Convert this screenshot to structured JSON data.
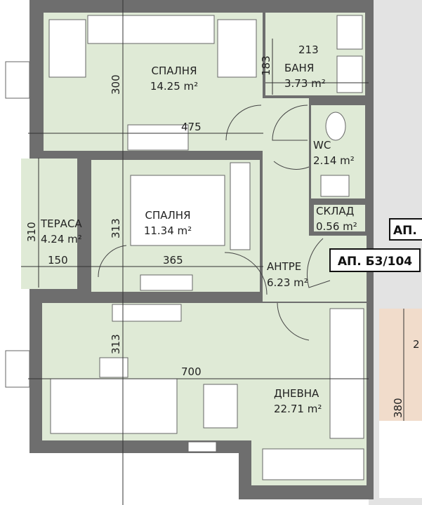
{
  "plan": {
    "apartment_label": "АП. Б3/104",
    "neighbor_label": "АП.",
    "colors": {
      "floor": "#dfead6",
      "wall": "#6e6e6e",
      "neighbor_floor": "#f1dccb",
      "outside": "#e3e3e3"
    },
    "rooms": [
      {
        "name": "СПАЛНЯ",
        "area": "14.25 m²"
      },
      {
        "name": "БАНЯ",
        "area": "3.73 m²"
      },
      {
        "name": "WC",
        "area": "2.14 m²"
      },
      {
        "name": "СКЛАД",
        "area": "0.56 m²"
      },
      {
        "name": "ТЕРАСА",
        "area": "4.24 m²"
      },
      {
        "name": "СПАЛНЯ",
        "area": "11.34 m²"
      },
      {
        "name": "АНТРЕ",
        "area": "6.23 m²"
      },
      {
        "name": "ДНЕВНА",
        "area": "22.71 m²"
      }
    ],
    "dimensions": [
      "300",
      "475",
      "213",
      "183",
      "310",
      "313",
      "150",
      "365",
      "313",
      "700",
      "380",
      "2"
    ]
  }
}
